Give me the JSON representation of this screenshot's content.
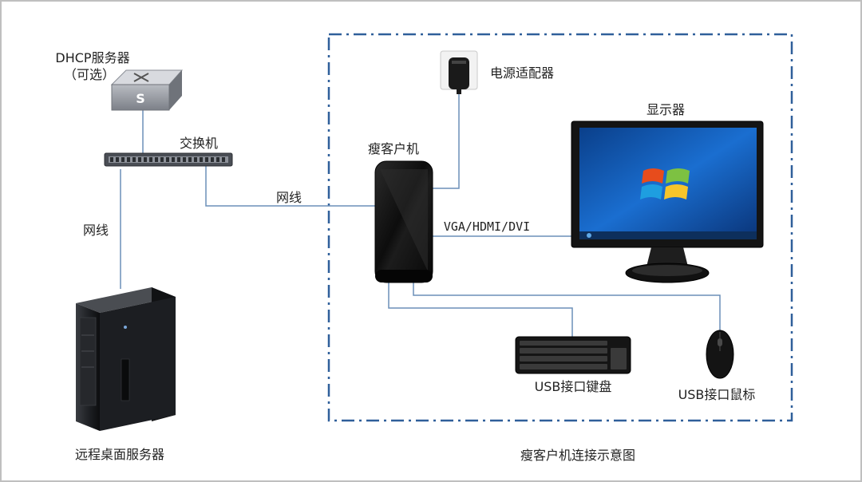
{
  "labels": {
    "dhcp_server": "DHCP服务器",
    "optional": "（可选）",
    "switch": "交换机",
    "cable_left": "网线",
    "cable_mid": "网线",
    "remote_server": "远程桌面服务器",
    "power_adapter": "电源适配器",
    "thin_client": "瘦客户机",
    "monitor": "显示器",
    "video_ports": "VGA/HDMI/DVI",
    "usb_keyboard": "USB接口键盘",
    "usb_mouse": "USB接口鼠标",
    "caption": "瘦客户机连接示意图"
  },
  "icons": {
    "switch_box_letter": "S"
  },
  "colors": {
    "dash_border": "#2f5f9a",
    "line": "#6b8fb8",
    "device_dark": "#1a1a1a"
  }
}
